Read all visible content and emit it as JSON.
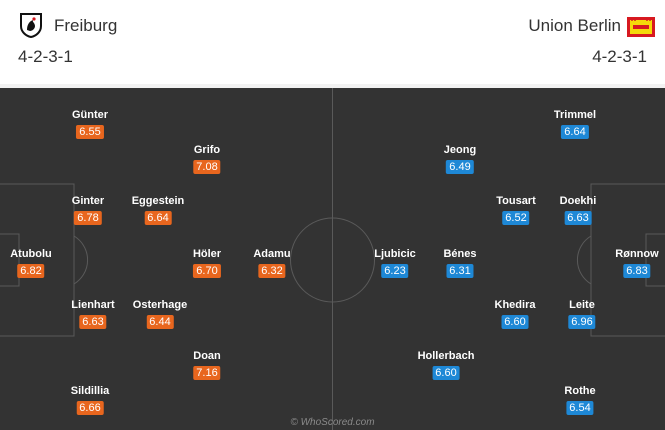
{
  "home": {
    "name": "Freiburg",
    "formation": "4-2-3-1",
    "crest_icon": "freiburg-crest-icon",
    "rating_color": "#e8661e",
    "players": [
      {
        "name": "Günter",
        "rating": "6.55"
      },
      {
        "name": "Grifo",
        "rating": "7.08"
      },
      {
        "name": "Ginter",
        "rating": "6.78"
      },
      {
        "name": "Eggestein",
        "rating": "6.64"
      },
      {
        "name": "Atubolu",
        "rating": "6.82"
      },
      {
        "name": "Höler",
        "rating": "6.70"
      },
      {
        "name": "Adamu",
        "rating": "6.32"
      },
      {
        "name": "Lienhart",
        "rating": "6.63"
      },
      {
        "name": "Osterhage",
        "rating": "6.44"
      },
      {
        "name": "Doan",
        "rating": "7.16"
      },
      {
        "name": "Sildillia",
        "rating": "6.66"
      }
    ]
  },
  "away": {
    "name": "Union Berlin",
    "formation": "4-2-3-1",
    "crest_icon": "union-berlin-crest-icon",
    "rating_color": "#1e88d6",
    "players": [
      {
        "name": "Trimmel",
        "rating": "6.64"
      },
      {
        "name": "Jeong",
        "rating": "6.49"
      },
      {
        "name": "Tousart",
        "rating": "6.52"
      },
      {
        "name": "Doekhi",
        "rating": "6.63"
      },
      {
        "name": "Ljubicic",
        "rating": "6.23"
      },
      {
        "name": "Bénes",
        "rating": "6.31"
      },
      {
        "name": "Rønnow",
        "rating": "6.83"
      },
      {
        "name": "Khedira",
        "rating": "6.60"
      },
      {
        "name": "Leite",
        "rating": "6.96"
      },
      {
        "name": "Hollerbach",
        "rating": "6.60"
      },
      {
        "name": "Rothe",
        "rating": "6.54"
      }
    ]
  },
  "pitch_color": "#333333",
  "watermark": "© WhoScored.com"
}
